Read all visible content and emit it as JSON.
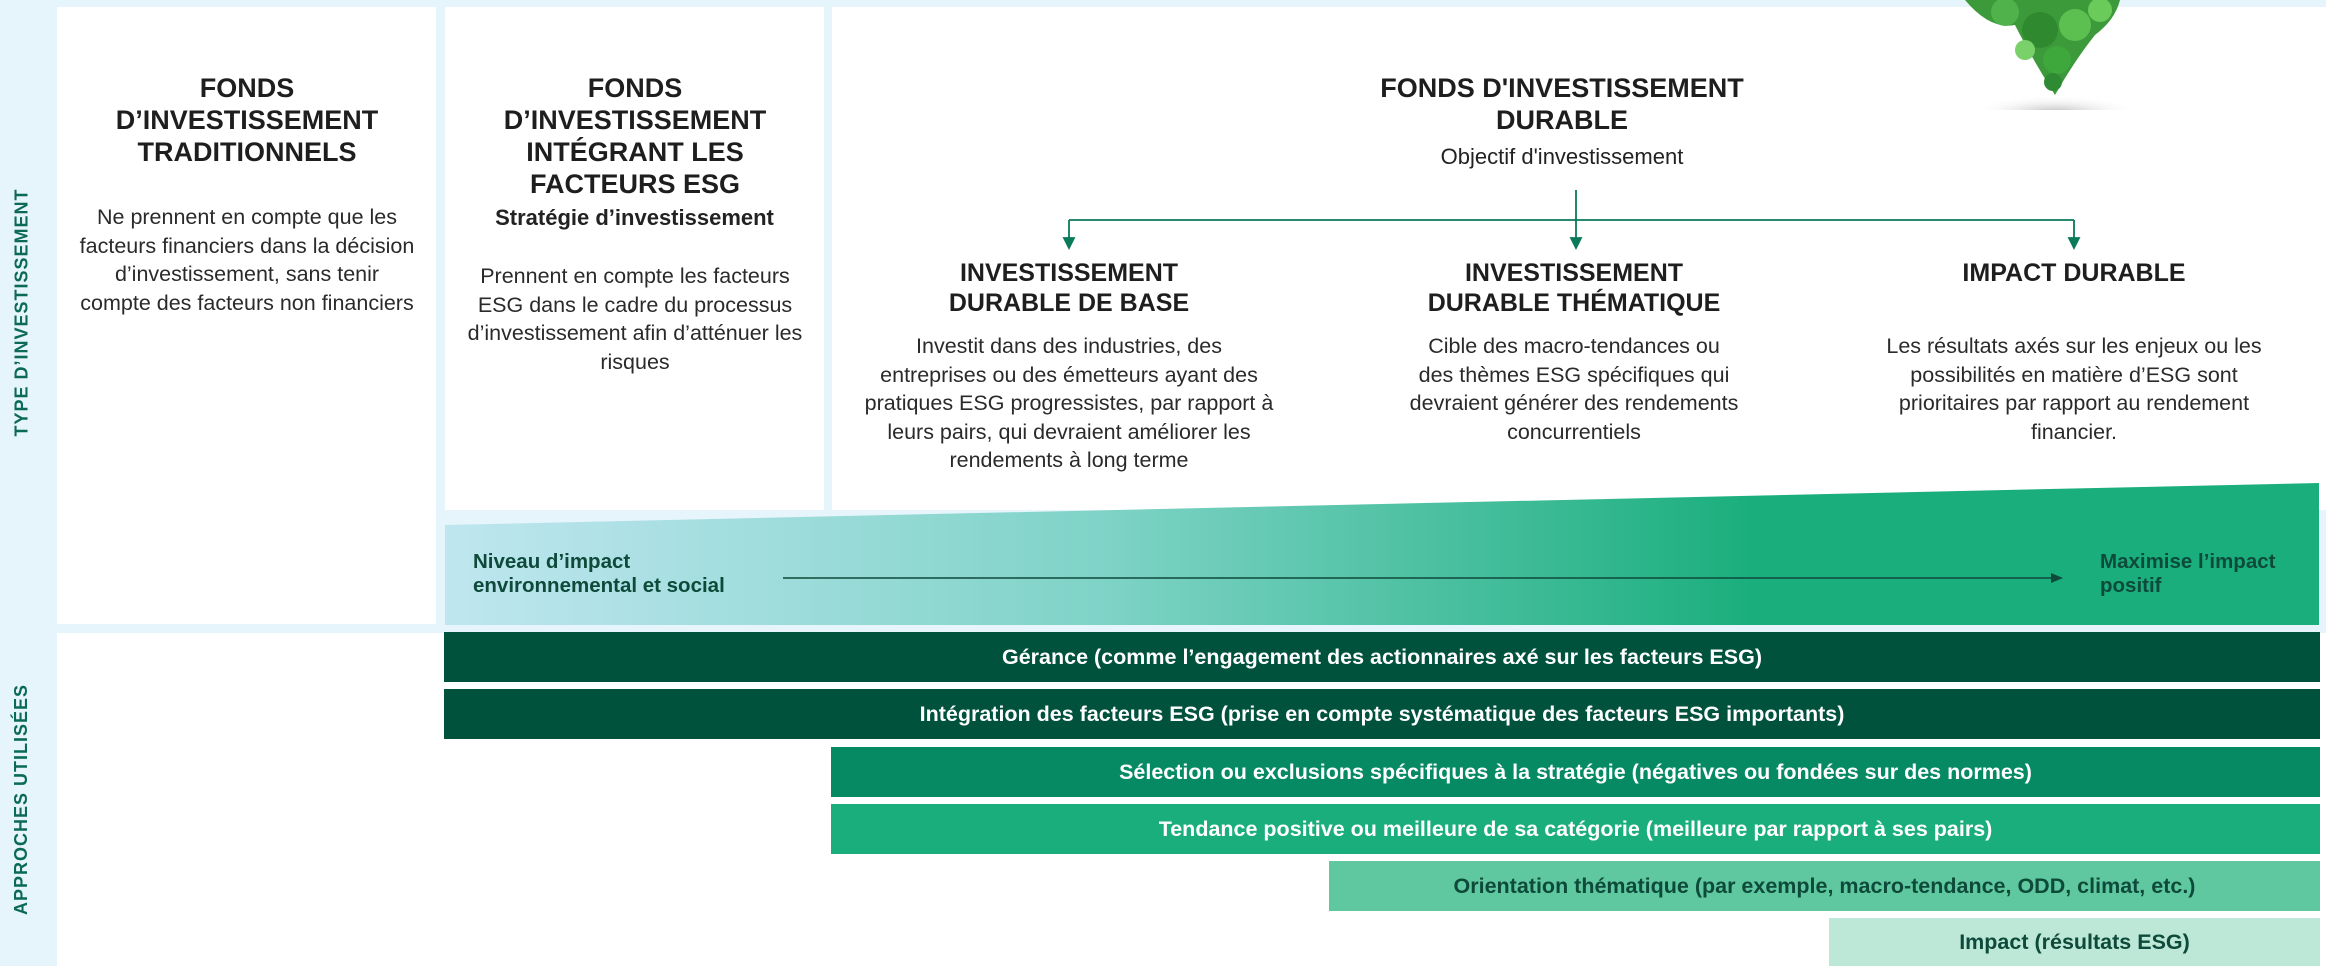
{
  "side_labels": {
    "type": "TYPE D’INVESTISSEMENT",
    "approaches": "APPROCHES UTILISÉES"
  },
  "columns": {
    "traditional": {
      "title": "FONDS D’INVESTISSEMENT TRADITIONNELS",
      "text": "Ne prennent en compte que les facteurs financiers dans la décision d’investissement, sans tenir compte des facteurs non financiers"
    },
    "esg": {
      "title": "FONDS D’INVESTISSEMENT INTÉGRANT LES FACTEURS ESG",
      "subtitle": "Stratégie d’investissement",
      "text": "Prennent en compte les facteurs ESG dans le cadre du processus d’investissement afin d’atténuer les risques"
    },
    "durable": {
      "title": "FONDS D'INVESTISSEMENT DURABLE",
      "subtitle": "Objectif d'investissement",
      "sub_columns": [
        {
          "title": "INVESTISSEMENT DURABLE DE BASE",
          "text": "Investit dans des industries, des entreprises ou des émetteurs ayant des pratiques ESG progressistes, par rapport à leurs pairs, qui devraient améliorer les rendements à long terme"
        },
        {
          "title": "INVESTISSEMENT DURABLE THÉMATIQUE",
          "text": "Cible des macro-tendances ou des thèmes ESG spécifiques qui devraient générer des rendements concurrentiels"
        },
        {
          "title": "IMPACT DURABLE",
          "text": "Les résultats axés sur les enjeux ou les possibilités en matière d’ESG sont prioritaires par rapport au rendement financier."
        }
      ]
    }
  },
  "impact_scale": {
    "left_label": "Niveau d’impact environnemental et social",
    "right_label": "Maximise l’impact positif"
  },
  "approaches": [
    {
      "label": "Gérance (comme l’engagement des actionnaires axé sur les facteurs ESG)",
      "bg": "#00523d",
      "fg": "#ffffff"
    },
    {
      "label": "Intégration des facteurs ESG (prise en compte systématique des facteurs ESG importants)",
      "bg": "#00523d",
      "fg": "#ffffff"
    },
    {
      "label": "Sélection ou exclusions spécifiques à la stratégie (négatives ou fondées sur des normes)",
      "bg": "#068a63",
      "fg": "#ffffff"
    },
    {
      "label": "Tendance positive ou meilleure de sa catégorie (meilleure par rapport à ses pairs)",
      "bg": "#1aae7c",
      "fg": "#ffffff"
    },
    {
      "label": "Orientation thématique (par exemple, macro-tendance, ODD, climat, etc.)",
      "bg": "#5fc8a0",
      "fg": "#0d4a3a"
    },
    {
      "label": "Impact (résultats ESG)",
      "bg": "#bde8d7",
      "fg": "#0d4a3a"
    }
  ],
  "colors": {
    "dark_green": "#00523d",
    "accent_green": "#1aae7c",
    "light_blue": "#e6f4fb"
  },
  "icons": [
    "tree-illustration-icon"
  ]
}
